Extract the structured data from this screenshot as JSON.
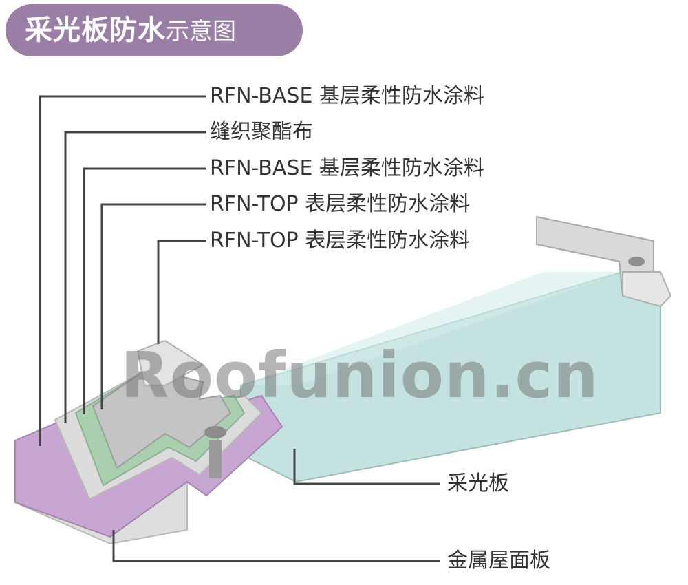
{
  "title": {
    "main": "采光板防水",
    "sub": "示意图"
  },
  "layers": [
    {
      "label": "RFN-BASE 基层柔性防水涂料"
    },
    {
      "label": "缝织聚酯布"
    },
    {
      "label": "RFN-BASE 基层柔性防水涂料"
    },
    {
      "label": "RFN-TOP 表层柔性防水涂料"
    },
    {
      "label": "RFN-TOP 表层柔性防水涂料"
    }
  ],
  "bottom_labels": {
    "skylight": "采光板",
    "metal_roof": "金属屋面板"
  },
  "watermark": "Roofunion.cn",
  "colors": {
    "title_bg": "#9a7ea6",
    "purple_layer": "#c8a6d2",
    "fabric_layer": "#dcdcdc",
    "green_layer": "#a9cfae",
    "gray_layer": "#c4c4c4",
    "skylight": "#c3e2e0",
    "leader_line": "#444444"
  }
}
